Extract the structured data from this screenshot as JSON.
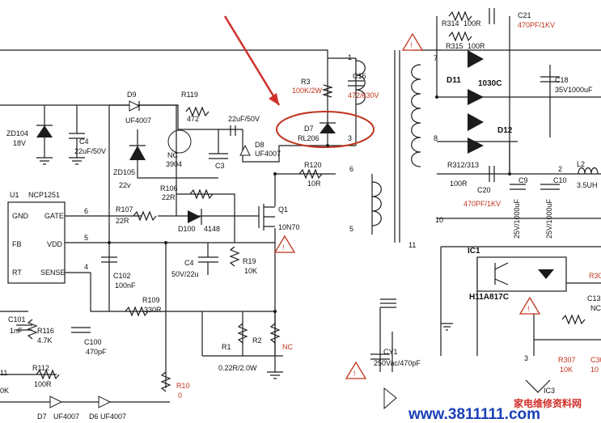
{
  "ic": {
    "ref": "U1",
    "part": "NCP1251",
    "pins": [
      {
        "num": "6",
        "name": "GATE"
      },
      {
        "num": "5",
        "name": "VDD"
      },
      {
        "num": "4",
        "name": "SENSE"
      },
      {
        "name": "GND"
      },
      {
        "name": "FB"
      },
      {
        "name": "RT"
      }
    ]
  },
  "components": {
    "zd104": {
      "ref": "ZD104",
      "value": "18V"
    },
    "c4_top": {
      "ref": "C4",
      "value": "22uF/50V"
    },
    "d9": {
      "ref": "D9",
      "value": "UF4007"
    },
    "r119": {
      "ref": "R119",
      "value": "472"
    },
    "cap_22uf": {
      "value": "22uF/50V"
    },
    "q_nc": {
      "ref": "NC",
      "value": "3904"
    },
    "c3": {
      "ref": "C3"
    },
    "d8": {
      "ref": "D8",
      "value": "UF4007"
    },
    "zd105": {
      "ref": "ZD105",
      "value": "22v"
    },
    "r3": {
      "ref": "R3",
      "value": "100K/2W"
    },
    "c16": {
      "ref": "C16",
      "value": "472/630V"
    },
    "d7_top": {
      "ref": "D7",
      "value": "RL206"
    },
    "r120": {
      "ref": "R120",
      "value": "10R"
    },
    "r106": {
      "ref": "R106",
      "value": "22R"
    },
    "r107": {
      "ref": "R107",
      "value": "22R"
    },
    "d100": {
      "ref": "D100",
      "value": "4148"
    },
    "q1": {
      "ref": "Q1",
      "value": "10N70"
    },
    "c4_mid": {
      "ref": "C4",
      "value": "50V/22u"
    },
    "r19": {
      "ref": "R19",
      "value": "10K"
    },
    "c102": {
      "ref": "C102",
      "value": "100nF"
    },
    "r109": {
      "ref": "R109",
      "value": "330R"
    },
    "c101": {
      "ref": "C101",
      "value": "1nF"
    },
    "r116": {
      "ref": "R116",
      "value": "4.7K"
    },
    "c100": {
      "ref": "C100",
      "value": "470pF"
    },
    "r1": {
      "ref": "R1"
    },
    "r2": {
      "ref": "R2"
    },
    "r_nc": {
      "value": "NC"
    },
    "rsense": {
      "value": "0.22R/2.0W"
    },
    "r112": {
      "ref": "R112",
      "value": "100R"
    },
    "r11": {
      "ref": "11",
      "value": "0K"
    },
    "r10": {
      "ref": "R10",
      "value": "0"
    },
    "d7_bot": {
      "ref": "D7",
      "value": "UF4007"
    },
    "d6": {
      "ref": "D6",
      "value": "UF4007"
    },
    "r314": {
      "ref": "R314",
      "value": "100R"
    },
    "r315": {
      "ref": "R315",
      "value": "100R"
    },
    "c21": {
      "ref": "C21",
      "value": "470PF/1KV"
    },
    "d11": {
      "ref": "D11",
      "value": "1030C"
    },
    "c18": {
      "ref": "C18",
      "value": "35V1000uF"
    },
    "d12": {
      "ref": "D12"
    },
    "r312": {
      "ref": "R312/313",
      "value": "100R"
    },
    "c20": {
      "ref": "C20",
      "value": "470PF/1KV"
    },
    "c9": {
      "ref": "C9",
      "value": "25V/1000uF"
    },
    "c10": {
      "ref": "C10",
      "value": "25V/1000uF"
    },
    "l2": {
      "ref": "L2",
      "value": "3.5UH"
    },
    "n2": {
      "value": "2"
    },
    "ic1": {
      "ref": "IC1",
      "value": "H11A817C"
    },
    "cy1": {
      "ref": "CY1",
      "value": "250Vac/470pF"
    },
    "r30x": {
      "ref": "R30"
    },
    "c13x": {
      "ref": "C13",
      "value": "NC"
    },
    "r307": {
      "ref": "R307",
      "value": "10K"
    },
    "c30x": {
      "ref": "C30",
      "value": "10"
    },
    "ic3": {
      "ref": "IC3"
    },
    "n3": {
      "value": "3"
    }
  },
  "transformer": {
    "pins": [
      "1",
      "3",
      "6",
      "5",
      "7",
      "8",
      "10",
      "11"
    ]
  },
  "watermark": {
    "url": "www.3811111.com",
    "cn": "家电维修资料网"
  }
}
